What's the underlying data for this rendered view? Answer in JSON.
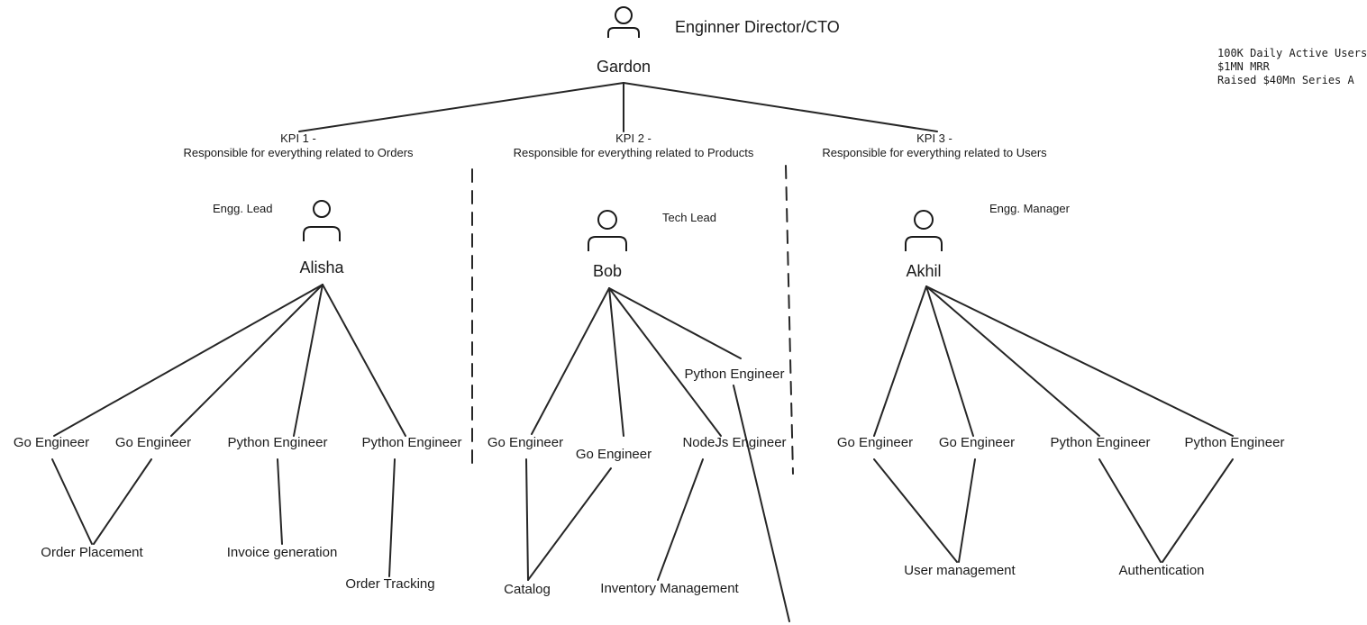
{
  "stats": [
    "100K Daily Active Users",
    "$1MN MRR",
    "Raised $40Mn Series A"
  ],
  "root": {
    "name": "Gardon",
    "role": "Enginner Director/CTO"
  },
  "kpis": [
    {
      "line1": "KPI 1 -",
      "line2": "Responsible for everything related to Orders"
    },
    {
      "line1": "KPI 2 -",
      "line2": "Responsible for everything related to Products"
    },
    {
      "line1": "KPI 3 -",
      "line2": "Responsible for everything related to Users"
    }
  ],
  "leads": [
    {
      "name": "Alisha",
      "role": "Engg. Lead"
    },
    {
      "name": "Bob",
      "role": "Tech Lead"
    },
    {
      "name": "Akhil",
      "role": "Engg. Manager"
    }
  ],
  "engineers": [
    "Go Engineer",
    "Go Engineer",
    "Python Engineer",
    "Python Engineer",
    "Go Engineer",
    "Go Engineer",
    "NodeJs Engineer",
    "Python Engineer",
    "Go Engineer",
    "Go Engineer",
    "Python Engineer",
    "Python Engineer"
  ],
  "areas": [
    "Order Placement",
    "Invoice generation",
    "Order Tracking",
    "Catalog",
    "Inventory Management",
    "User management",
    "Authentication"
  ]
}
